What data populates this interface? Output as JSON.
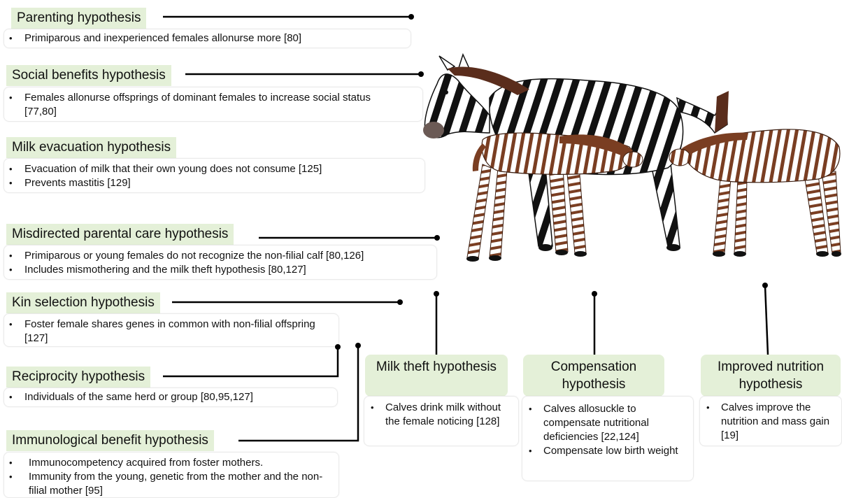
{
  "left_hypotheses": [
    {
      "title": "Parenting hypothesis",
      "bullets": [
        "Primiparous and inexperienced females allonurse more [80]"
      ]
    },
    {
      "title": "Social benefits hypothesis",
      "bullets": [
        "Females allonurse offsprings of dominant females to increase social status [77,80]"
      ]
    },
    {
      "title": "Milk evacuation hypothesis",
      "bullets": [
        "Evacuation of milk that their own young does not consume [125]",
        "Prevents mastitis [129]"
      ]
    },
    {
      "title": "Misdirected parental care hypothesis",
      "bullets": [
        "Primiparous or young females do not recognize the non-filial calf [80,126]",
        "Includes mismothering and the milk theft hypothesis [80,127]"
      ]
    },
    {
      "title": "Kin selection hypothesis",
      "bullets": [
        "Foster female shares genes in common with non-filial offspring [127]"
      ]
    },
    {
      "title": "Reciprocity hypothesis",
      "bullets": [
        "Individuals of the same herd or group [80,95,127]"
      ]
    },
    {
      "title": "Immunological benefit  hypothesis",
      "bullets": [
        "Immunocompetency acquired from foster mothers.",
        "Immunity from the young, genetic from the mother and the non-filial mother [95]"
      ]
    }
  ],
  "bottom_hypotheses": [
    {
      "title": "Milk theft hypothesis",
      "bullets": [
        "Calves drink milk without the female noticing [128]"
      ]
    },
    {
      "title": "Compensation hypothesis",
      "bullets": [
        "Calves allosuckle to compensate nutritional deficiencies [22,124]",
        "Compensate low birth weight"
      ]
    },
    {
      "title": "Improved nutrition hypothesis",
      "bullets": [
        "Calves improve the nutrition and mass gain [19]"
      ]
    }
  ],
  "colors": {
    "title_bg": "#e4f0d8",
    "connector": "#000000",
    "zebra_stripe": "#111111",
    "foal_stripe": "#7a3e22",
    "mane": "#5a2d1c"
  }
}
